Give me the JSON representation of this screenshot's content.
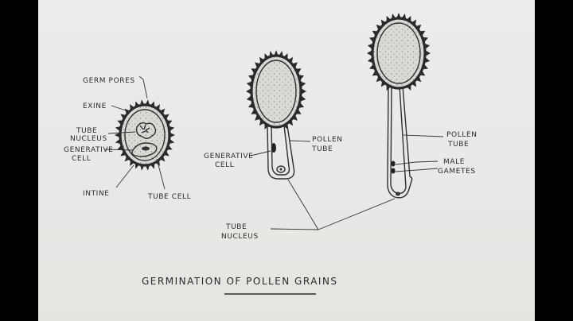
{
  "title": "GERMINATION  OF  POLLEN  GRAINS",
  "figure1": {
    "labels": {
      "germ_pores": "GERM PORES",
      "exine": "EXINE",
      "tube_nucleus_1": "TUBE",
      "tube_nucleus_2": "NUCLEUS",
      "generative_cell_1": "GENERATIVE",
      "generative_cell_2": "CELL",
      "intine": "INTINE",
      "tube_cell": "TUBE CELL"
    }
  },
  "figure2": {
    "labels": {
      "pollen_tube_1": "POLLEN",
      "pollen_tube_2": "TUBE",
      "generative_cell_1": "GENERATIVE",
      "generative_cell_2": "CELL"
    }
  },
  "figure3": {
    "labels": {
      "pollen_tube_1": "POLLEN",
      "pollen_tube_2": "TUBE",
      "male_gametes_1": "MALE",
      "male_gametes_2": "GAMETES"
    }
  },
  "shared": {
    "tube_nucleus_1": "TUBE",
    "tube_nucleus_2": "NUCLEUS"
  },
  "colors": {
    "paper": "#ebece9",
    "ink": "#2e2e2e",
    "grain_fill": "#d7d8d3"
  }
}
